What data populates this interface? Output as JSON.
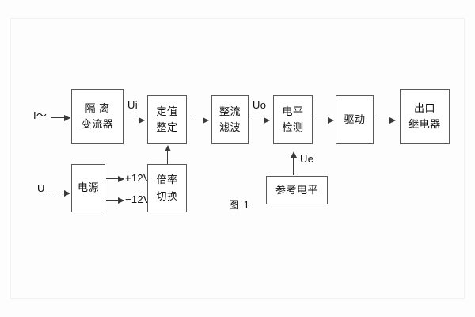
{
  "diagram": {
    "caption": "图 1",
    "blocks": [
      {
        "id": "isolation-transformer",
        "lines": [
          "隔 离",
          "变流器"
        ]
      },
      {
        "id": "setting-adjust",
        "lines": [
          "定值",
          "整定"
        ]
      },
      {
        "id": "rectifier-filter",
        "lines": [
          "整流",
          "滤波"
        ]
      },
      {
        "id": "level-detect",
        "lines": [
          "电平",
          "检测"
        ]
      },
      {
        "id": "drive",
        "lines": [
          "驱动"
        ]
      },
      {
        "id": "output-relay",
        "lines": [
          "出口",
          "继电器"
        ]
      },
      {
        "id": "power-supply",
        "lines": [
          "电源"
        ]
      },
      {
        "id": "ratio-switch",
        "lines": [
          "倍率",
          "切换"
        ]
      },
      {
        "id": "reference-level",
        "lines": [
          "参考电平"
        ]
      }
    ],
    "signals": {
      "current_input": "I～",
      "voltage_input": "U",
      "ui": "Ui",
      "uo": "Uo",
      "ue": "Ue",
      "rail_positive": "+12V",
      "rail_negative": "−12V"
    }
  }
}
